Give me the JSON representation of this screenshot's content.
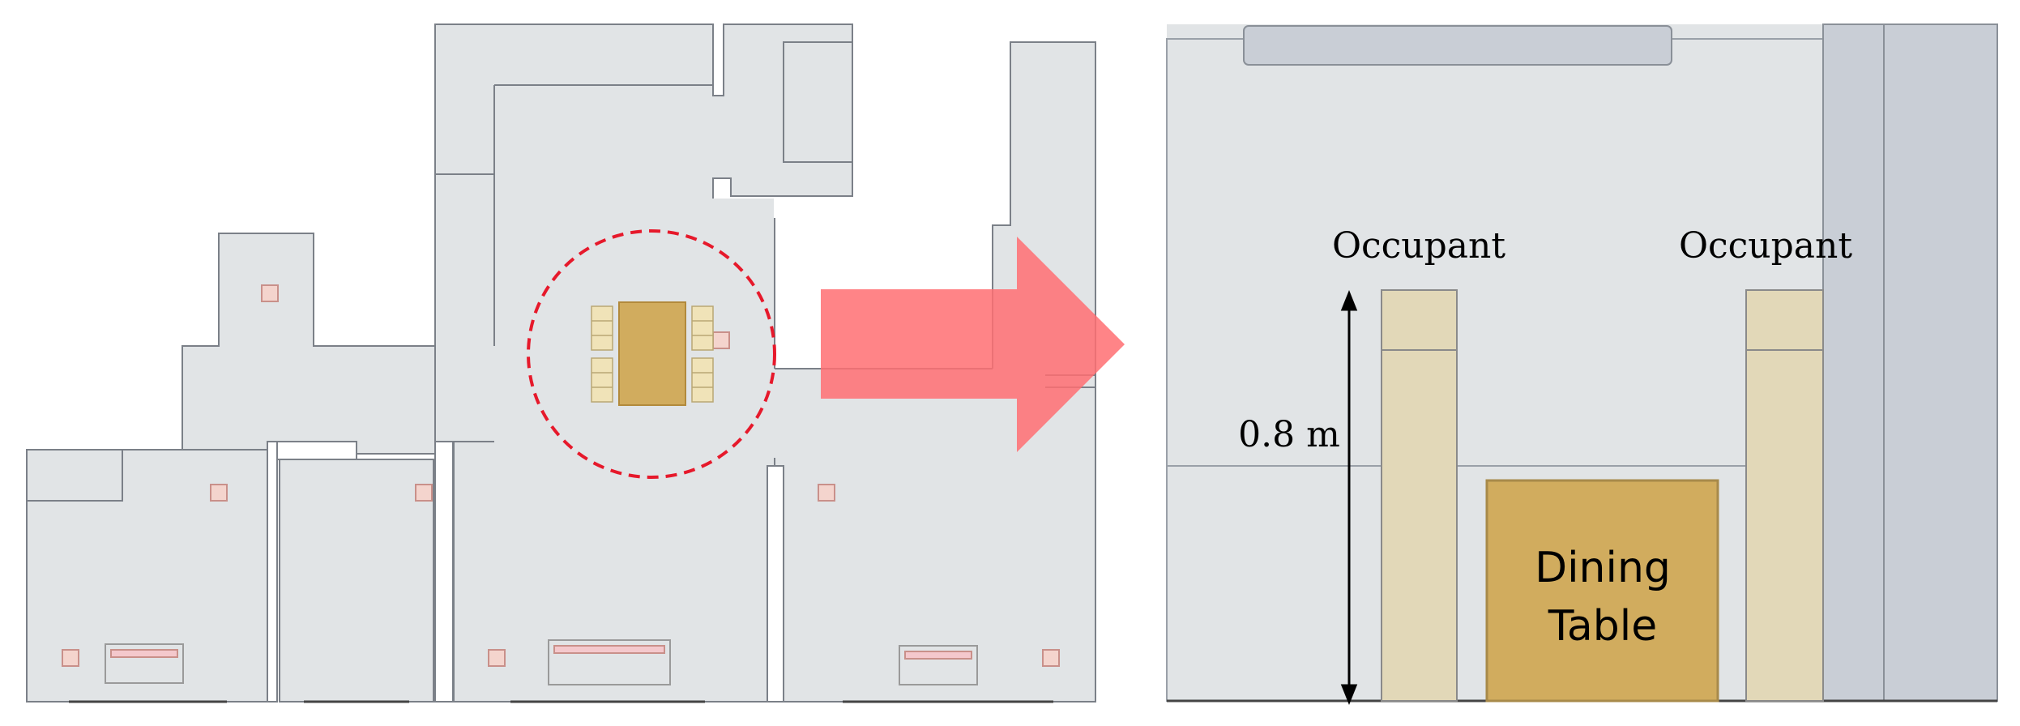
{
  "labels": {
    "occupant_left": "Occupant",
    "occupant_right": "Occupant",
    "distance": "0.8 m",
    "table_line1": "Dining",
    "table_line2": "Table"
  },
  "colors": {
    "floor": "#e1e4e6",
    "wall_line": "#7b8088",
    "floor_dark": "#c9ced6",
    "table": "#d1ac5e",
    "occupant": "#e2d8b8",
    "vent": "#f4d4cd",
    "vent_border": "#c9908a",
    "arrow": "#ff6f72",
    "circle": "#e6192b"
  }
}
